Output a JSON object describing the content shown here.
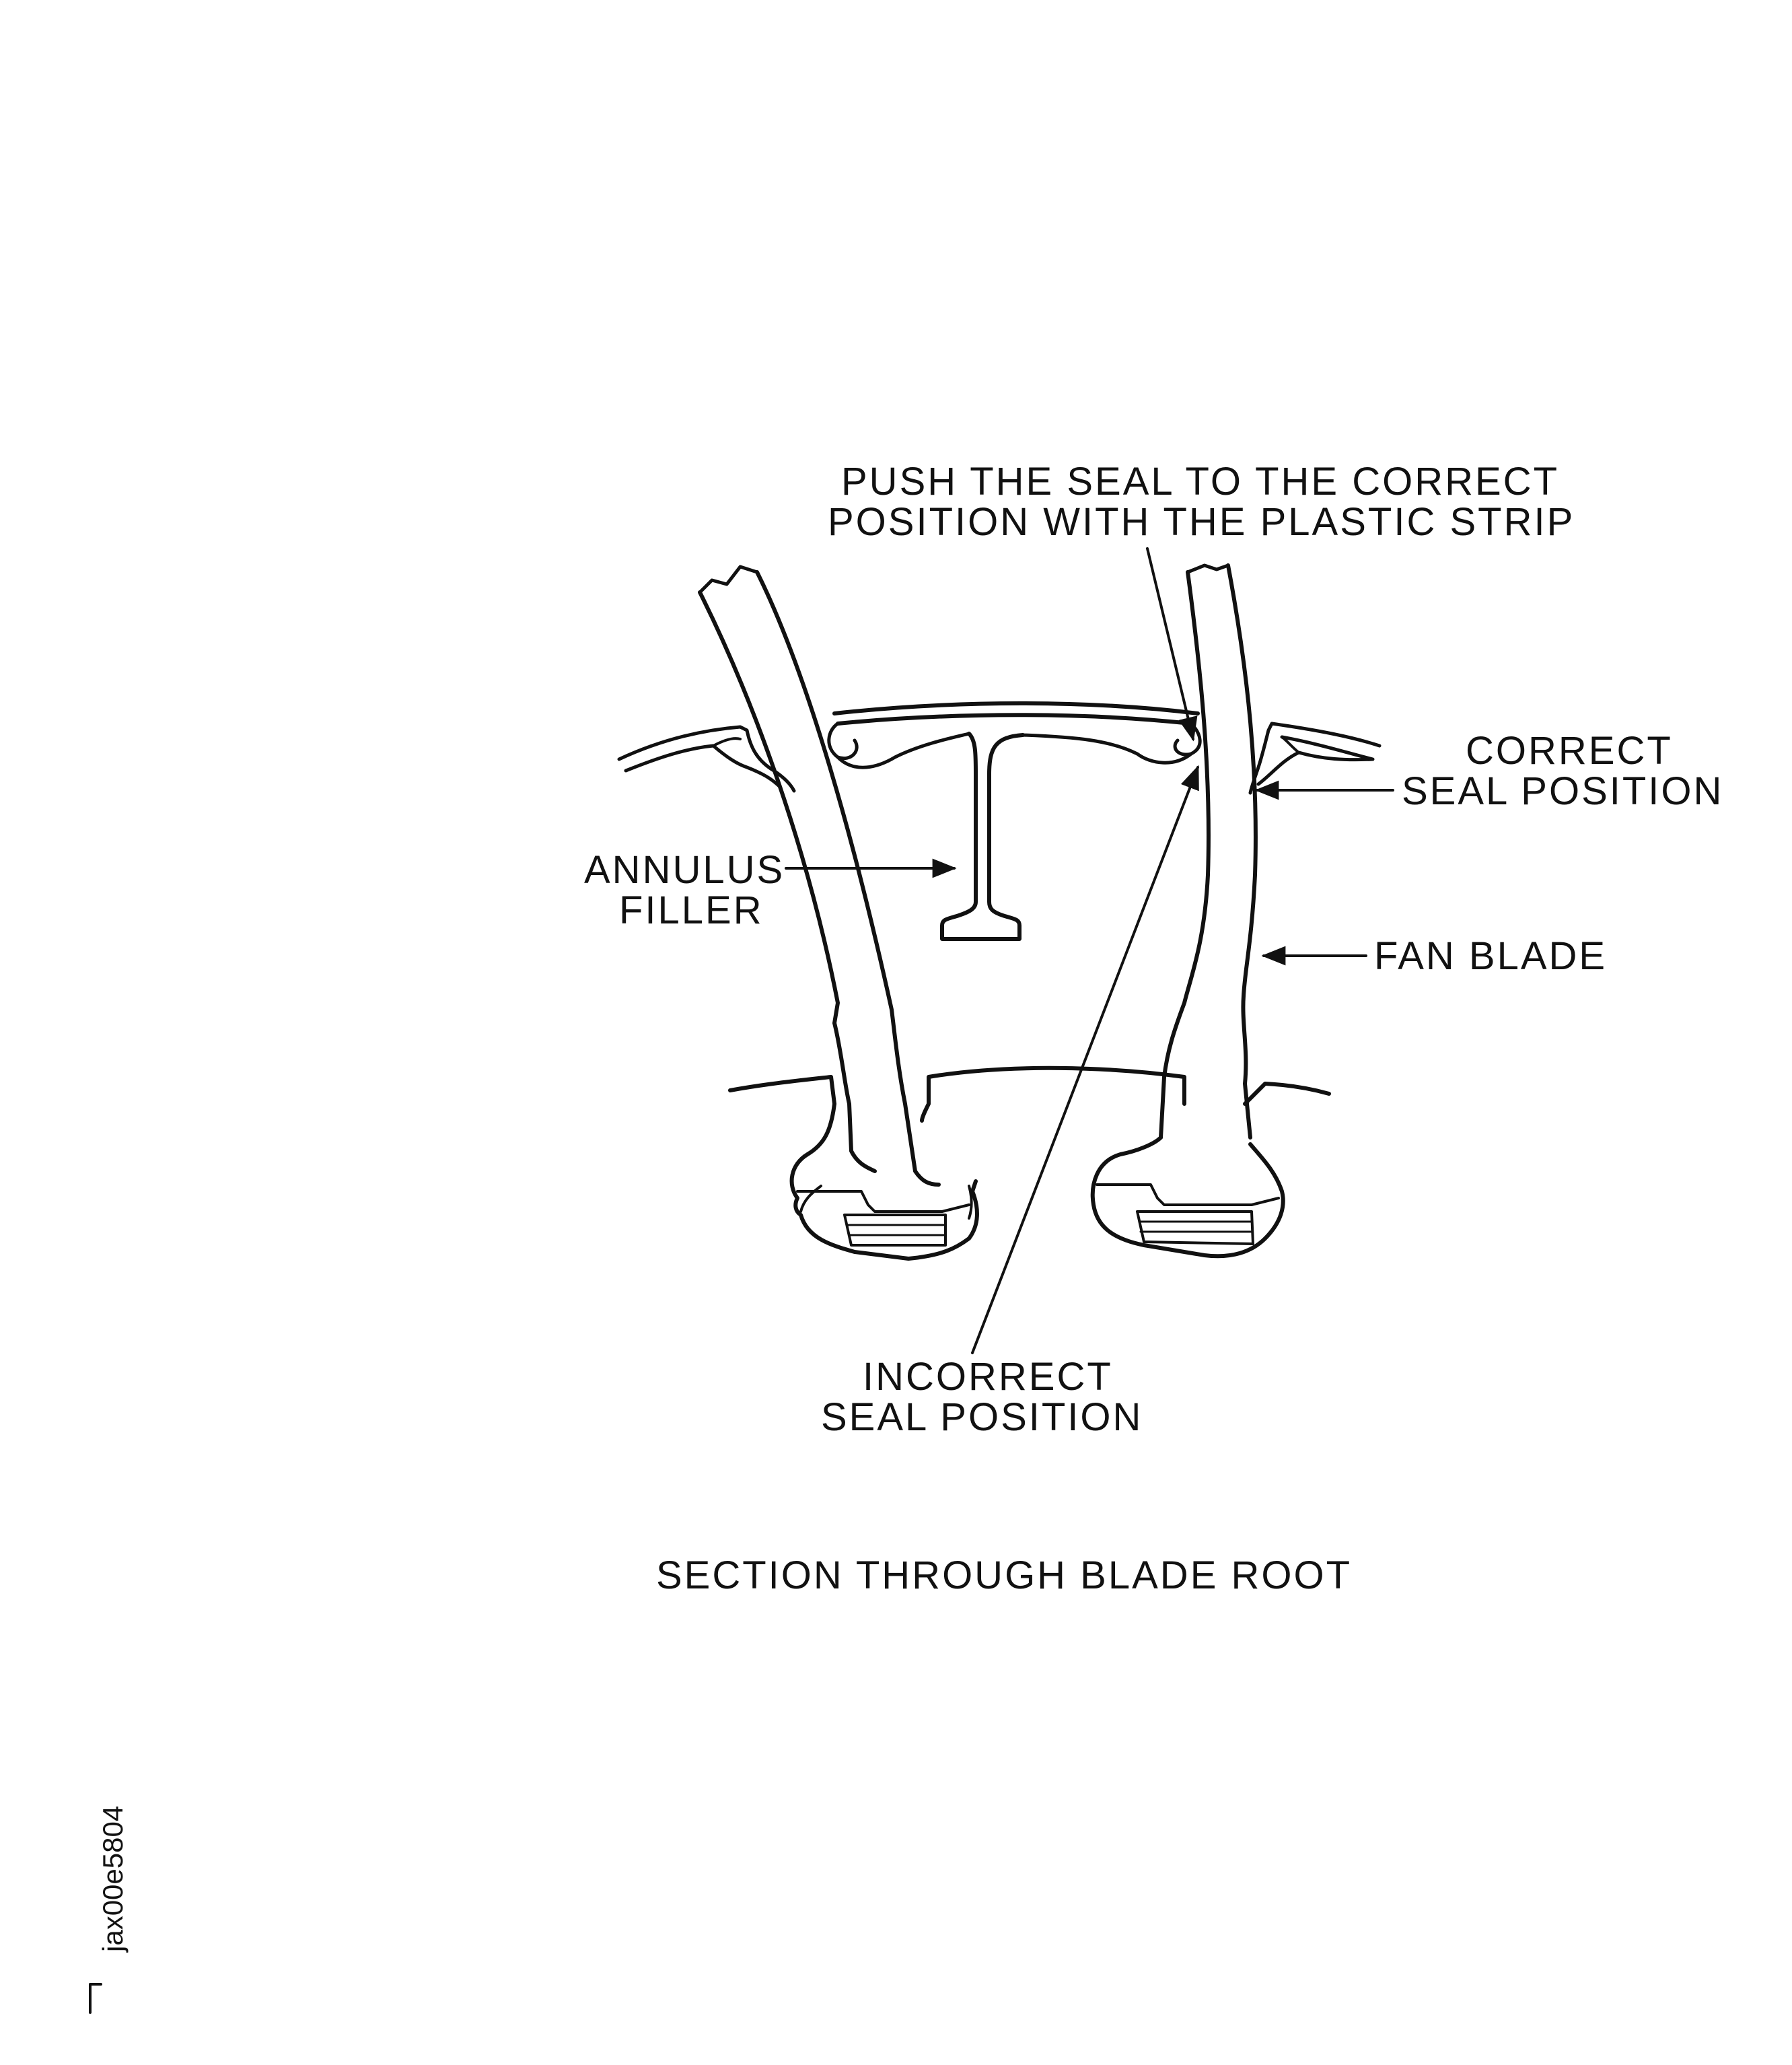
{
  "labels": {
    "push_line1": "PUSH THE SEAL TO THE CORRECT",
    "push_line2": "POSITION WITH THE PLASTIC STRIP",
    "correct_line1": "CORRECT",
    "correct_line2": "SEAL POSITION",
    "annulus_line1": "ANNULUS",
    "annulus_line2": "FILLER",
    "fan_blade": "FAN BLADE",
    "incorrect_line1": "INCORRECT",
    "incorrect_line2": "SEAL POSITION"
  },
  "caption": "SECTION THROUGH BLADE ROOT",
  "figure_ref": "jax00e5804"
}
